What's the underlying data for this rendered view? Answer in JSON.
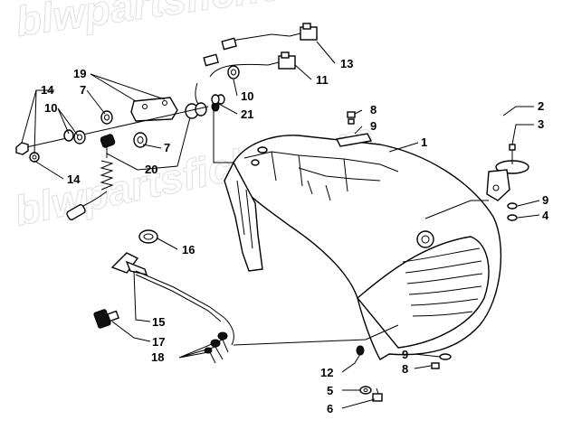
{
  "watermark": "blwpartsfiche.com",
  "callouts": {
    "c1": "1",
    "c2": "2",
    "c3": "3",
    "c4": "4",
    "c5": "5",
    "c6": "6",
    "c7a": "7",
    "c7b": "7",
    "c8a": "8",
    "c8b": "8",
    "c9a": "9",
    "c9b": "9",
    "c9c": "9",
    "c10a": "10",
    "c10b": "10",
    "c11": "11",
    "c12": "12",
    "c13": "13",
    "c14a": "14",
    "c14b": "14",
    "c15": "15",
    "c16": "16",
    "c17": "17",
    "c18": "18",
    "c19": "19",
    "c20": "20",
    "c21": "21"
  },
  "colors": {
    "line": "#000000",
    "watermark": "#e4e4e4",
    "background": "#ffffff"
  }
}
